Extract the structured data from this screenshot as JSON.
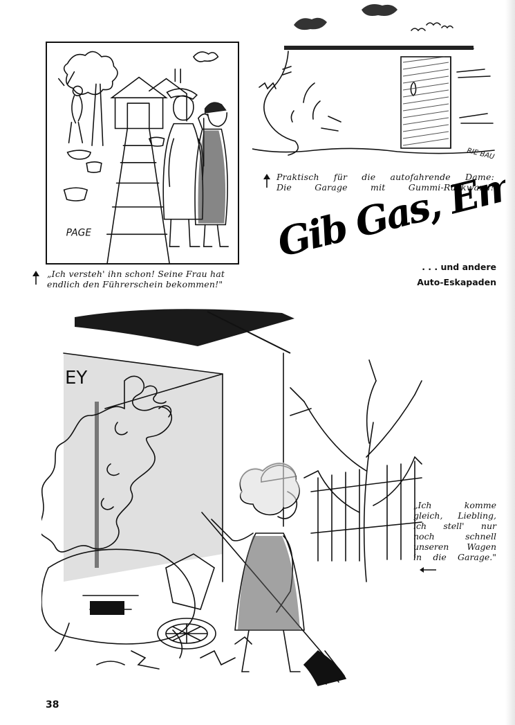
{
  "page": {
    "number": "38"
  },
  "cartoon1": {
    "signature": "PAGE",
    "caption": "„Ich versteh' ihn schon! Seine Frau hat endlich den Führerschein bekommen!\""
  },
  "cartoon2": {
    "signature": "RIE BAU",
    "caption_line1": "Praktisch für die autofahrende Dame:",
    "caption_line2": "Die Garage mit Gummi-Rückwand!"
  },
  "article": {
    "title": "Gib Gas, Emma...",
    "subtitle_line1": ". . . und andere",
    "subtitle_line2": "Auto-Eskapaden"
  },
  "cartoon3": {
    "signature": "EY",
    "caption_lines": [
      [
        "„Ich",
        "komme"
      ],
      [
        "gleich,",
        "Liebling,"
      ],
      [
        "ich",
        "stell'",
        "nur"
      ],
      [
        "noch",
        "schnell"
      ],
      [
        "unseren",
        "Wagen"
      ],
      [
        "in",
        "die",
        "Garage.\""
      ]
    ]
  }
}
